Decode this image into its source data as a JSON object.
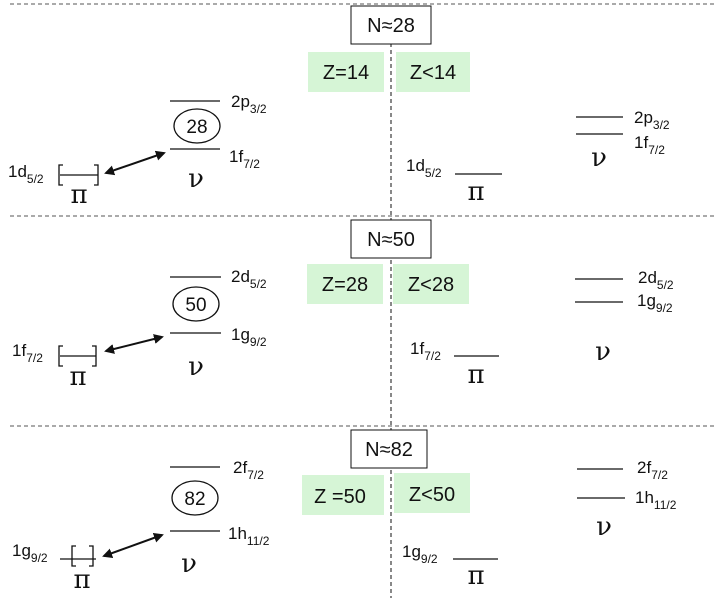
{
  "colors": {
    "highlight": "#d6f5d6",
    "line": "#111111",
    "divider": "#555555"
  },
  "sections": [
    {
      "shell_label": "N≈28",
      "magic": "28",
      "left_box": "Z=14",
      "right_box": "Z<14",
      "nu_left_upper": {
        "main": "2p",
        "sub": "3/2"
      },
      "nu_left_lower": {
        "main": "1f",
        "sub": "7/2"
      },
      "pi_left": {
        "main": "1d",
        "sub": "5/2"
      },
      "pi_right": {
        "main": "1d",
        "sub": "5/2"
      },
      "nu_right_upper": {
        "main": "2p",
        "sub": "3/2"
      },
      "nu_right_lower": {
        "main": "1f",
        "sub": "7/2"
      },
      "nu_symbol": "ν",
      "pi_symbol": "π"
    },
    {
      "shell_label": "N≈50",
      "magic": "50",
      "left_box": "Z=28",
      "right_box": "Z<28",
      "nu_left_upper": {
        "main": "2d",
        "sub": "5/2"
      },
      "nu_left_lower": {
        "main": "1g",
        "sub": "9/2"
      },
      "pi_left": {
        "main": "1f",
        "sub": "7/2"
      },
      "pi_right": {
        "main": "1f",
        "sub": "7/2"
      },
      "nu_right_upper": {
        "main": "2d",
        "sub": "5/2"
      },
      "nu_right_lower": {
        "main": "1g",
        "sub": "9/2"
      },
      "nu_symbol": "ν",
      "pi_symbol": "π"
    },
    {
      "shell_label": "N≈82",
      "magic": "82",
      "left_box": "Z =50",
      "right_box": "Z<50",
      "nu_left_upper": {
        "main": "2f",
        "sub": "7/2"
      },
      "nu_left_lower": {
        "main": "1h",
        "sub": "11/2"
      },
      "pi_left": {
        "main": "1g",
        "sub": "9/2"
      },
      "pi_right": {
        "main": "1g",
        "sub": "9/2"
      },
      "nu_right_upper": {
        "main": "2f",
        "sub": "7/2"
      },
      "nu_right_lower": {
        "main": "1h",
        "sub": "11/2"
      },
      "nu_symbol": "ν",
      "pi_symbol": "π"
    }
  ]
}
